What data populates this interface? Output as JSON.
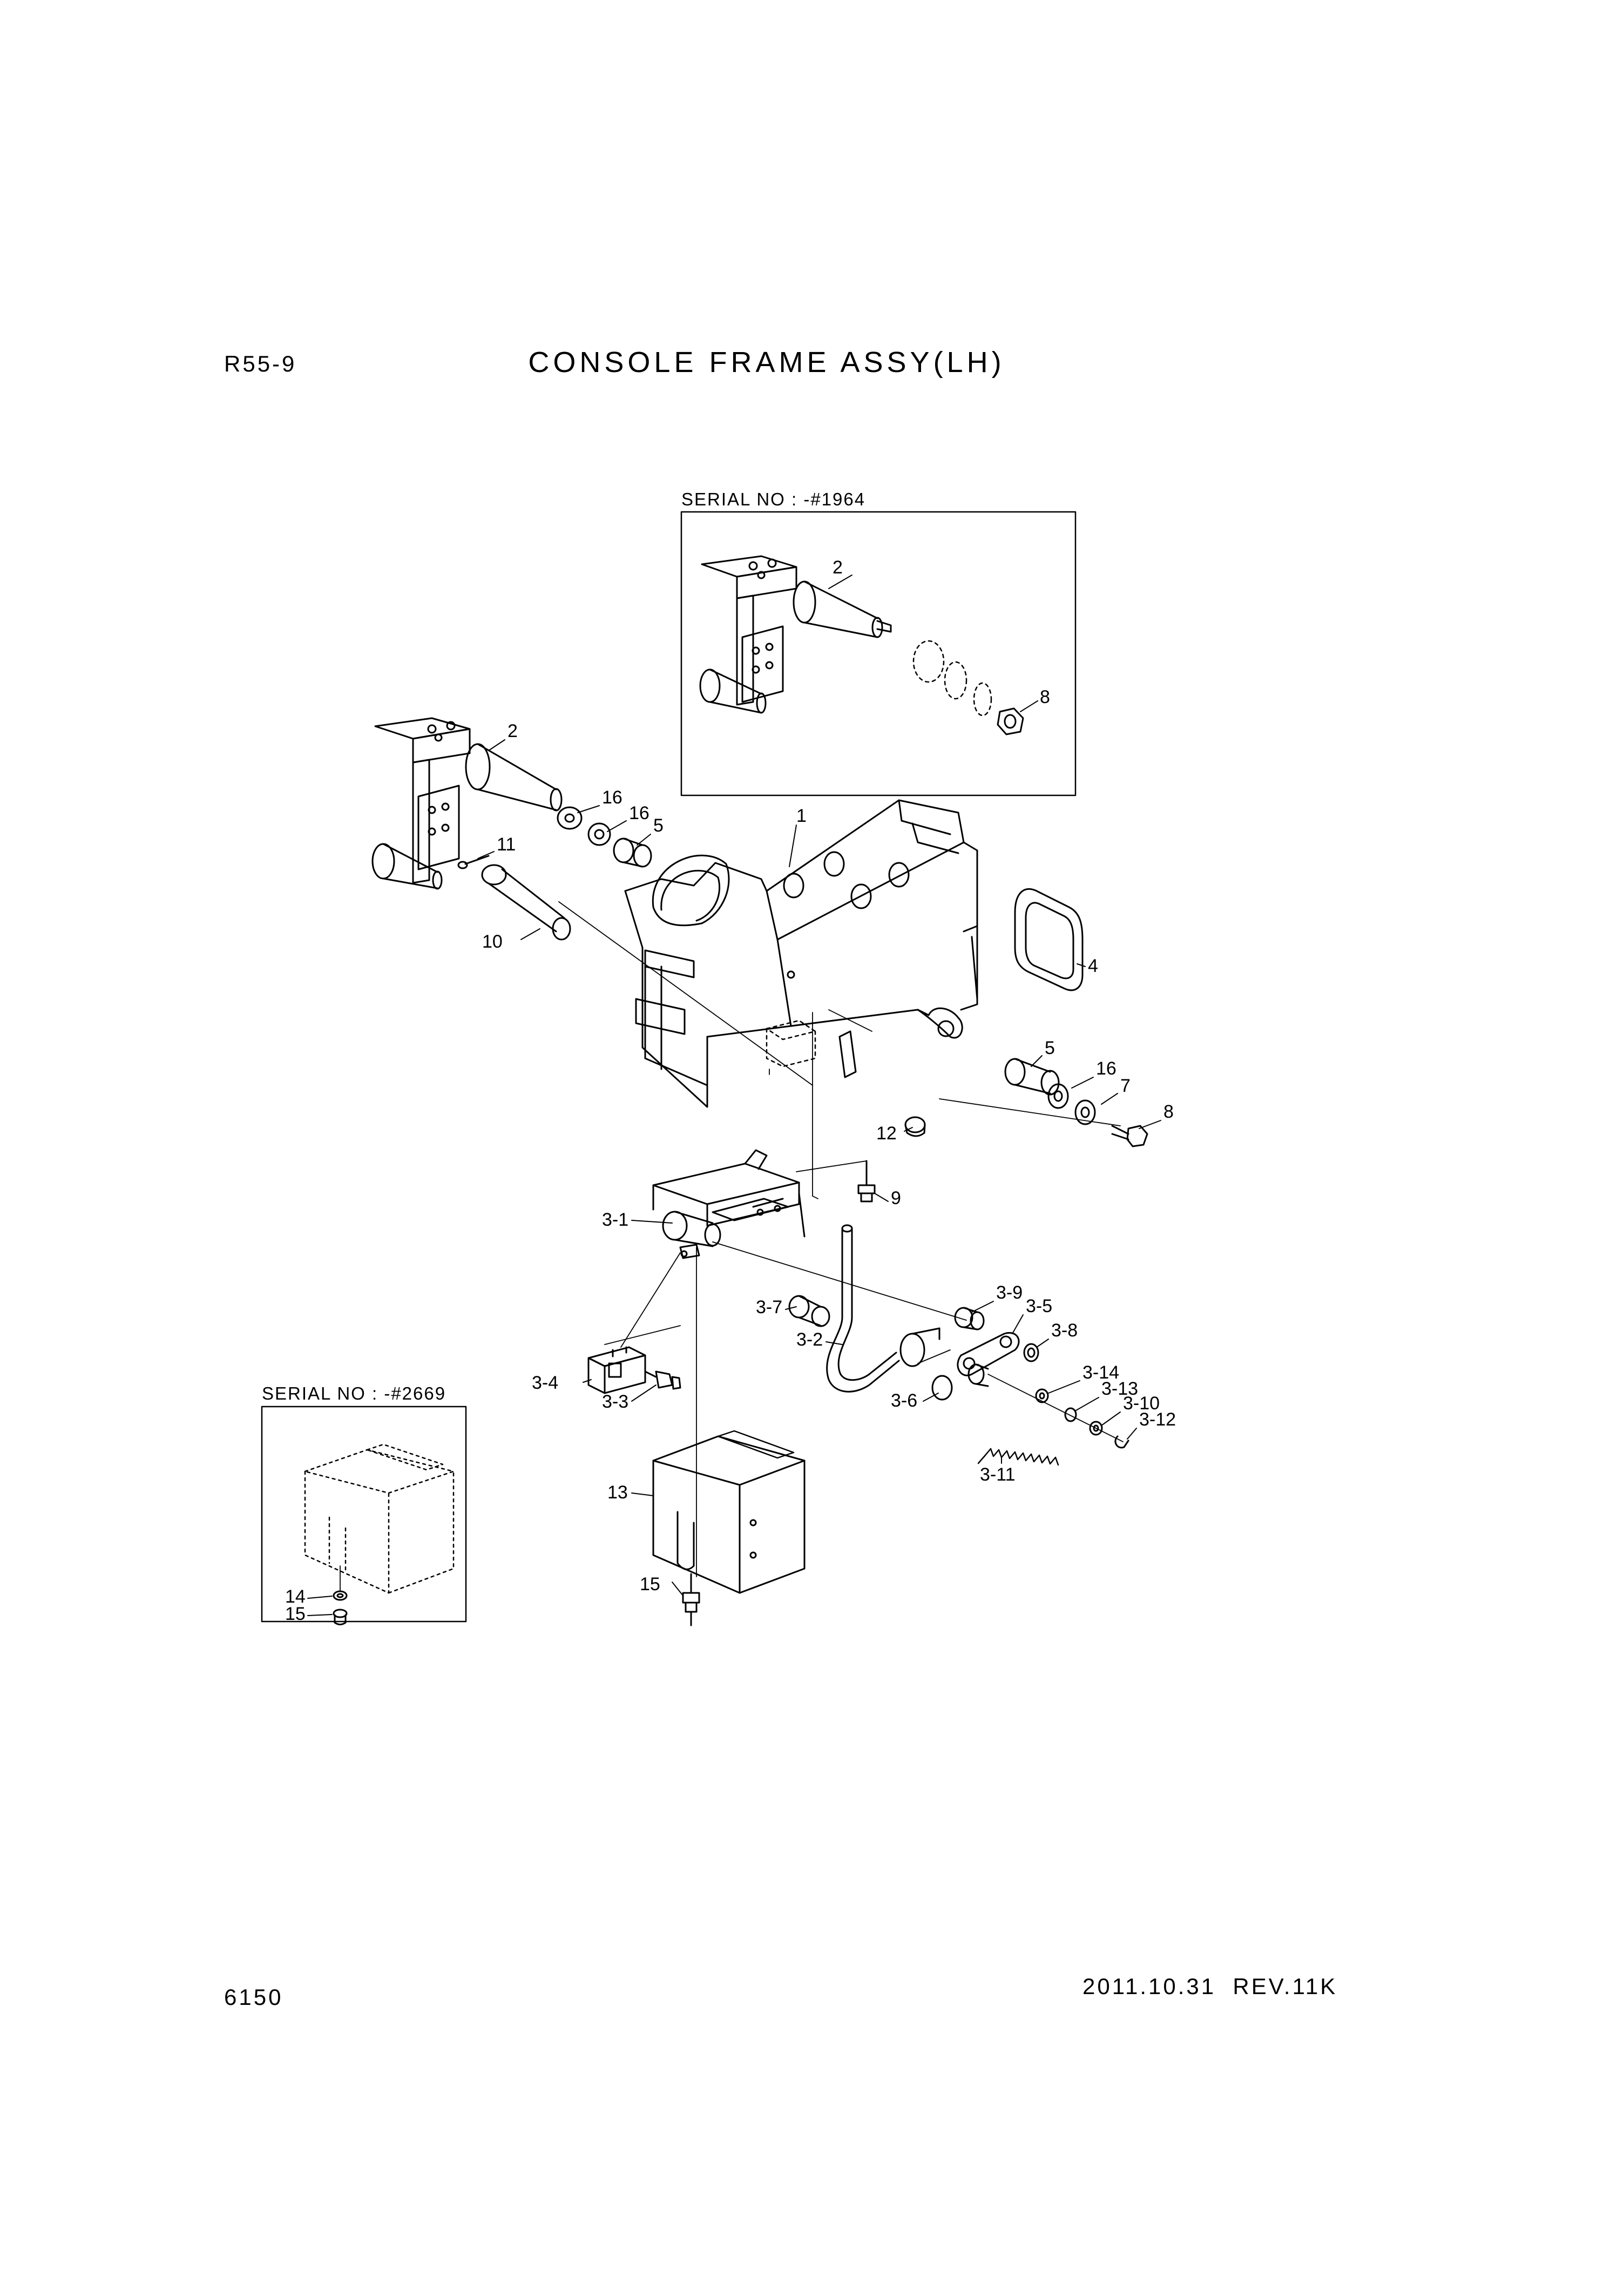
{
  "header": {
    "model": "R55-9",
    "title": "CONSOLE FRAME ASSY(LH)"
  },
  "footer": {
    "page_number": "6150",
    "revision": "2011.10.31  REV.11K"
  },
  "insets": {
    "upper": {
      "label": "SERIAL NO : -#1964"
    },
    "lower": {
      "label": "SERIAL NO : -#2669"
    }
  },
  "callouts": {
    "upper_inset": [
      "2",
      "8"
    ],
    "main": [
      "2",
      "16",
      "16",
      "5",
      "11",
      "1",
      "10",
      "4",
      "5",
      "16",
      "7",
      "8",
      "12",
      "9",
      "3-1",
      "3-9",
      "3-5",
      "3-8",
      "3-7",
      "3-2",
      "3-14",
      "3-13",
      "3-10",
      "3-12",
      "3-4",
      "3-3",
      "3-6",
      "3-11",
      "13",
      "15"
    ],
    "lower_inset": [
      "14",
      "15"
    ]
  },
  "colors": {
    "line": "#000000",
    "background": "#ffffff"
  }
}
